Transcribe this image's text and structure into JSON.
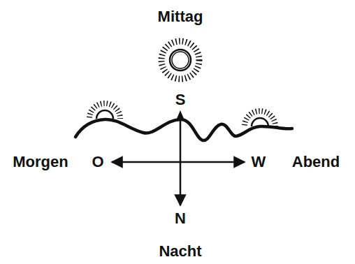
{
  "diagram": {
    "labels": [
      "Mittag",
      "S",
      "Morgen",
      "O",
      "W",
      "Abend",
      "N",
      "Nacht"
    ]
  }
}
